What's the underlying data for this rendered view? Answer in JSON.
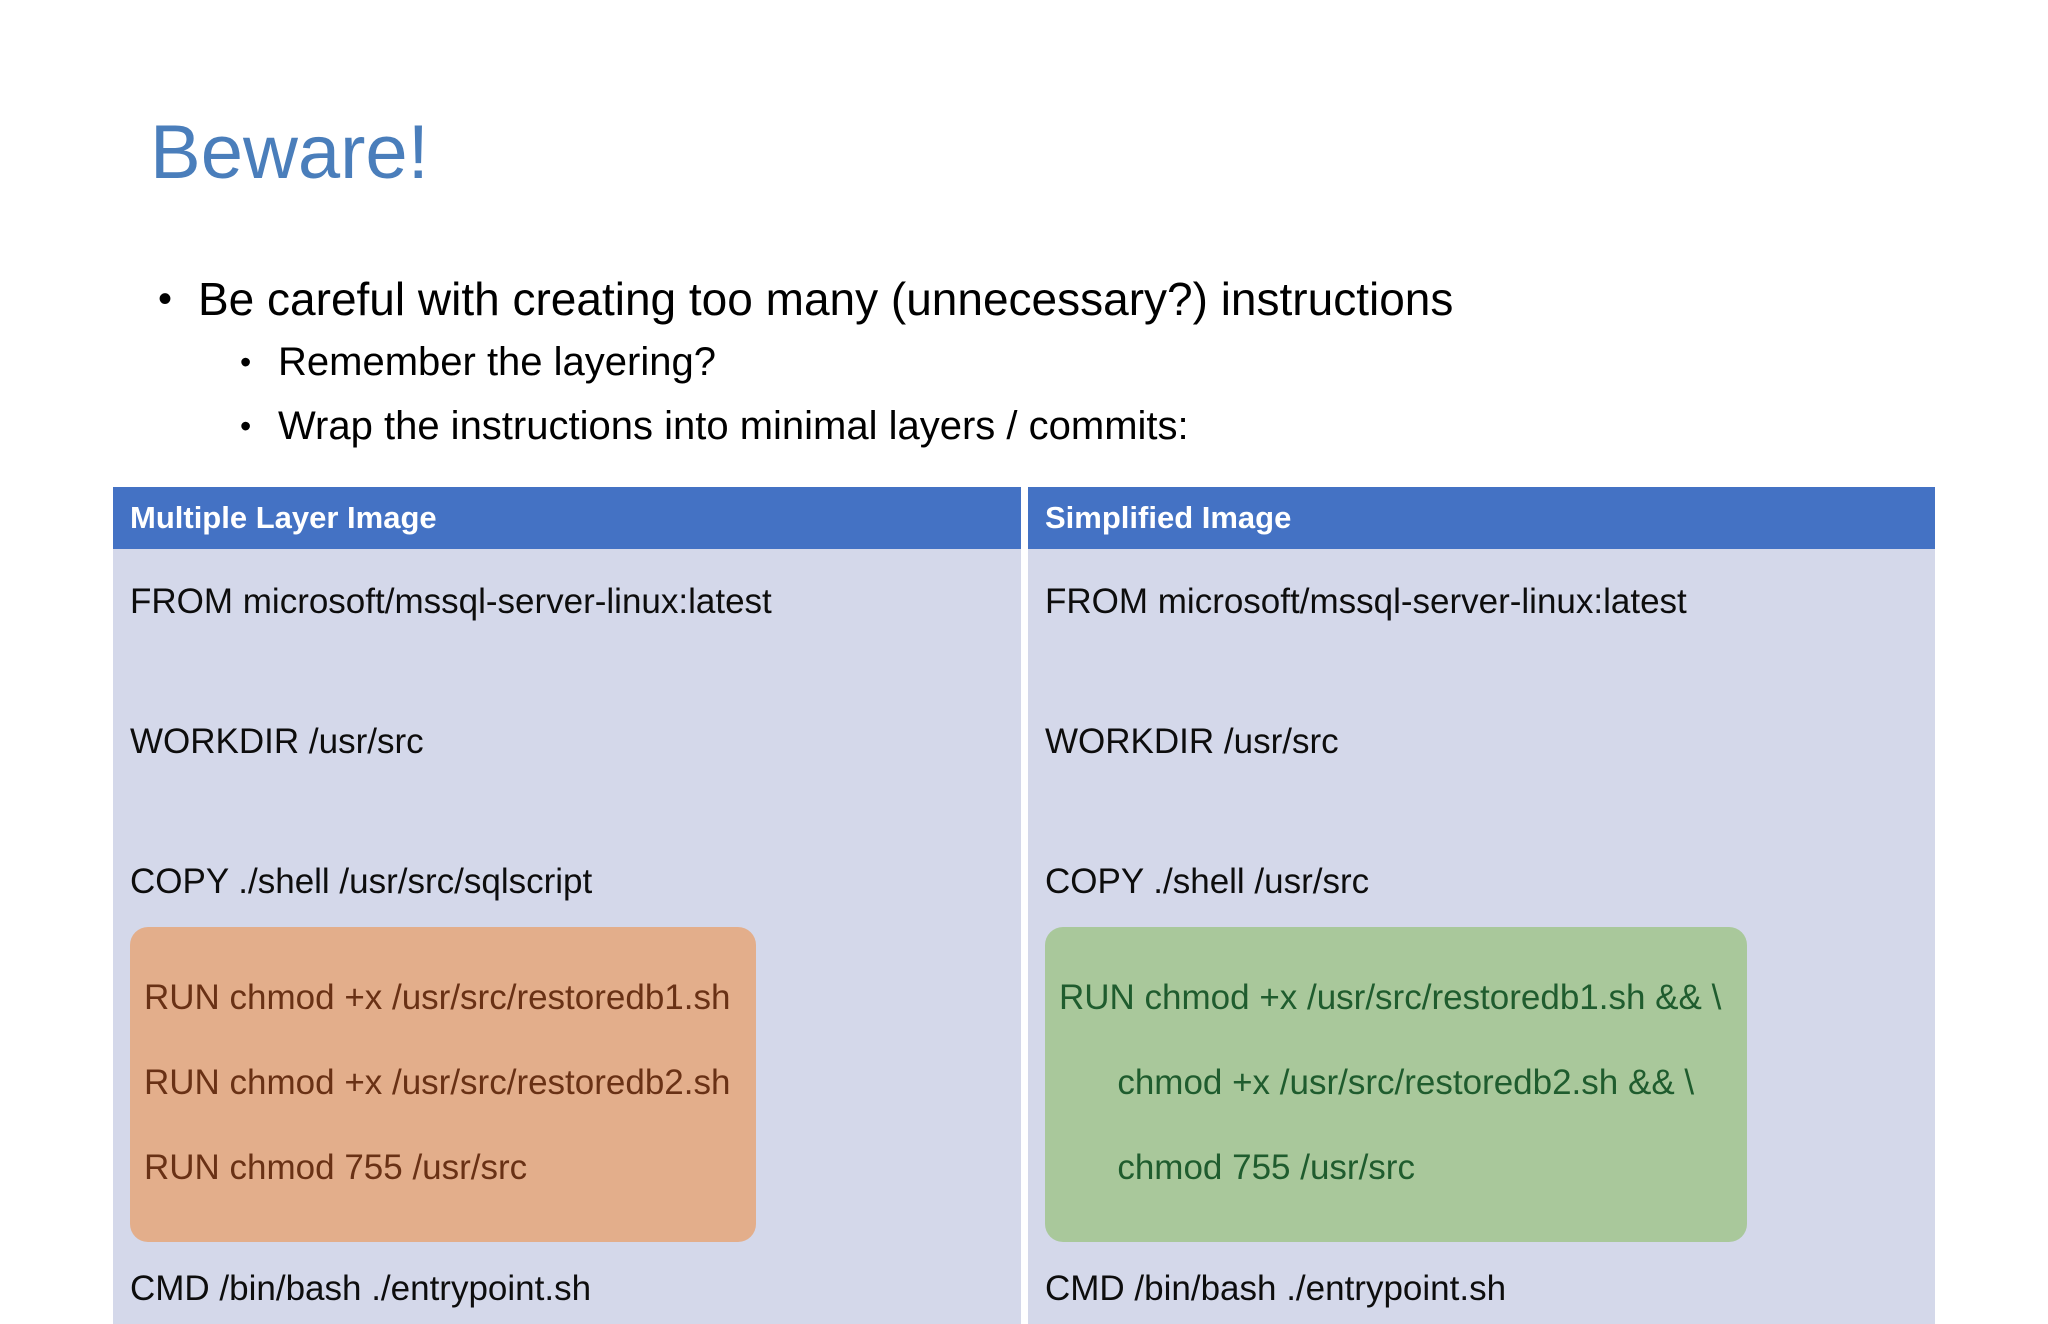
{
  "slide": {
    "title": "Beware!",
    "title_color": "#4A7EBB",
    "background_color": "#FFFFFF"
  },
  "bullets": {
    "level1": "Be careful with creating too many (unnecessary?) instructions",
    "level2": [
      "Remember the layering?",
      "Wrap the instructions into minimal layers / commits:"
    ],
    "bullet_glyph": "•"
  },
  "table": {
    "header_bg": "#4472C4",
    "header_text_color": "#FFFFFF",
    "body_bg": "#D4D8EA",
    "columns": [
      {
        "header": "Multiple Layer Image"
      },
      {
        "header": "Simplified Image"
      }
    ],
    "left_column": {
      "pre_lines": [
        "FROM microsoft/mssql-server-linux:latest",
        "WORKDIR /usr/src",
        "COPY ./shell /usr/src/sqlscript"
      ],
      "callout": {
        "style": "orange",
        "bg": "#E3AE8B",
        "text_color": "#693115",
        "lines": [
          "RUN chmod +x /usr/src/restoredb1.sh",
          "RUN chmod +x /usr/src/restoredb2.sh",
          "RUN chmod 755 /usr/src"
        ]
      },
      "post_lines": [
        "CMD /bin/bash ./entrypoint.sh"
      ]
    },
    "right_column": {
      "pre_lines": [
        "FROM microsoft/mssql-server-linux:latest",
        "WORKDIR /usr/src",
        "COPY ./shell /usr/src"
      ],
      "callout": {
        "style": "green",
        "bg": "#A9C89B",
        "text_color": "#1F5C2E",
        "lines": [
          "RUN chmod +x /usr/src/restoredb1.sh && \\",
          "      chmod +x /usr/src/restoredb2.sh && \\",
          "      chmod 755 /usr/src"
        ]
      },
      "post_lines": [
        "CMD /bin/bash ./entrypoint.sh"
      ]
    }
  }
}
